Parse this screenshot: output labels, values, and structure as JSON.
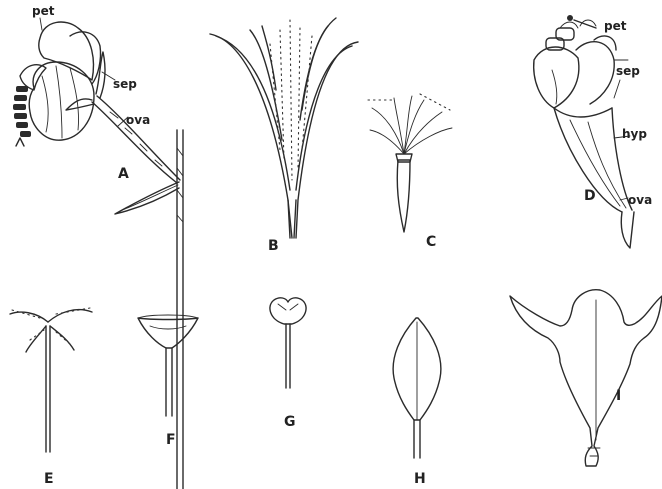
{
  "figure": {
    "panels": [
      {
        "id": "A",
        "label": "A",
        "callouts": {
          "pet": "pet",
          "sep": "sep",
          "ova": "ova"
        }
      },
      {
        "id": "B",
        "label": "B"
      },
      {
        "id": "C",
        "label": "C"
      },
      {
        "id": "D",
        "label": "D",
        "callouts": {
          "pet": "pet",
          "sep": "sep",
          "hyp": "hyp",
          "ova": "ova"
        }
      },
      {
        "id": "E",
        "label": "E"
      },
      {
        "id": "F",
        "label": "F"
      },
      {
        "id": "G",
        "label": "G"
      },
      {
        "id": "H",
        "label": "H"
      },
      {
        "id": "I",
        "label": "I"
      }
    ]
  }
}
